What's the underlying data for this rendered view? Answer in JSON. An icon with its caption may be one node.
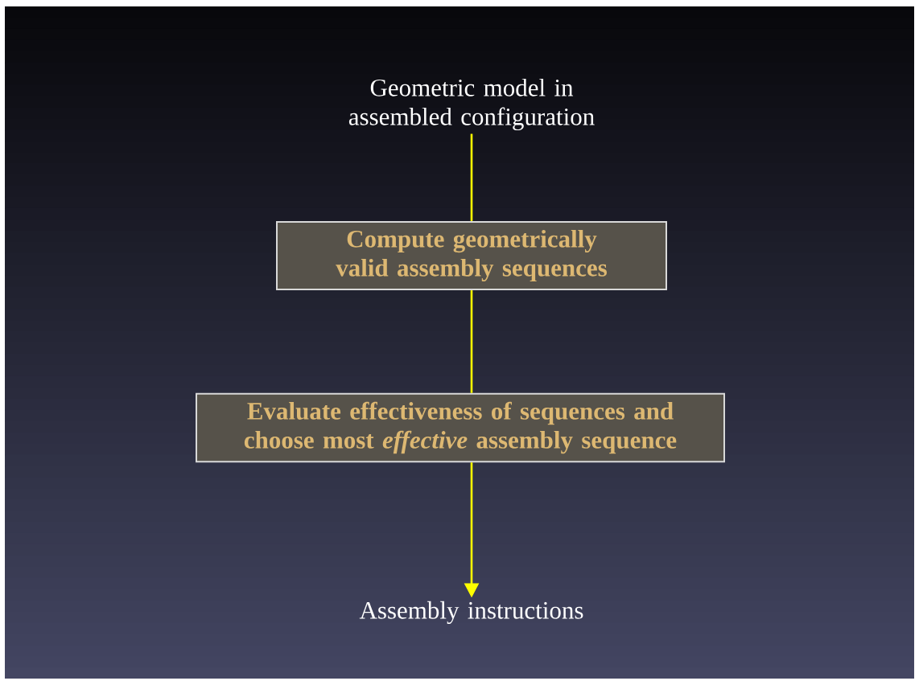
{
  "diagram": {
    "nodes": [
      {
        "text": [
          "Geometric model in assembled configuration"
        ]
      },
      {
        "text": [
          "Compute geometrically valid assembly sequences"
        ]
      },
      {
        "text": [
          "Evaluate effectiveness of sequences and choose most *effective* assembly sequence"
        ]
      },
      {
        "text": [
          "Assembly instructions"
        ]
      }
    ],
    "edges": [
      {
        "from": 0,
        "to": 1,
        "arrow": "none"
      },
      {
        "from": 1,
        "to": 2,
        "arrow": "none"
      },
      {
        "from": 2,
        "to": 3,
        "arrow": "to"
      }
    ]
  }
}
